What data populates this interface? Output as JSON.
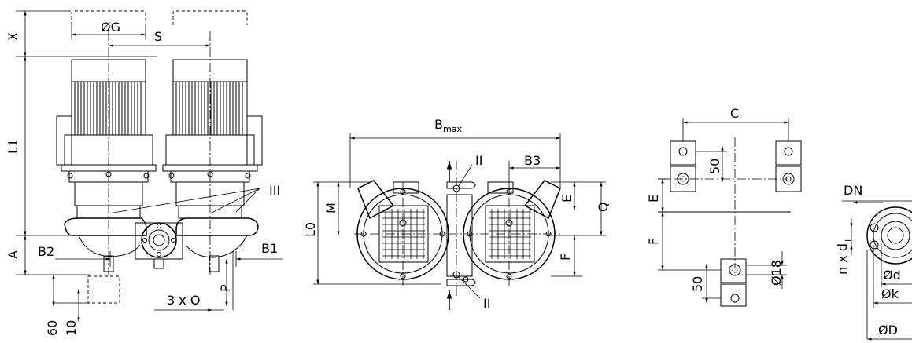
{
  "side_view": {
    "labels": {
      "X": "X",
      "OG": "ØG",
      "S": "S",
      "L1": "L1",
      "III": "III",
      "A": "A",
      "B2": "B2",
      "B1": "B1",
      "P": "P",
      "three_x_O": "3 x O",
      "d60": "60",
      "d10": "10"
    }
  },
  "top_view": {
    "labels": {
      "B": "B",
      "max": "max",
      "II_top": "II",
      "II_bottom": "II",
      "B3": "B3",
      "M": "M",
      "L0": "L0",
      "E": "E",
      "Q": "Q",
      "F": "F"
    }
  },
  "foundation": {
    "labels": {
      "C": "C",
      "d50_top": "50",
      "E": "E",
      "F": "F",
      "d50_bottom": "50",
      "hole": "Ø18"
    }
  },
  "flange": {
    "labels": {
      "DN": "DN",
      "n_x": "n x d",
      "L": "L",
      "Od": "Ød",
      "Ok": "Øk",
      "OD": "ØD"
    }
  }
}
